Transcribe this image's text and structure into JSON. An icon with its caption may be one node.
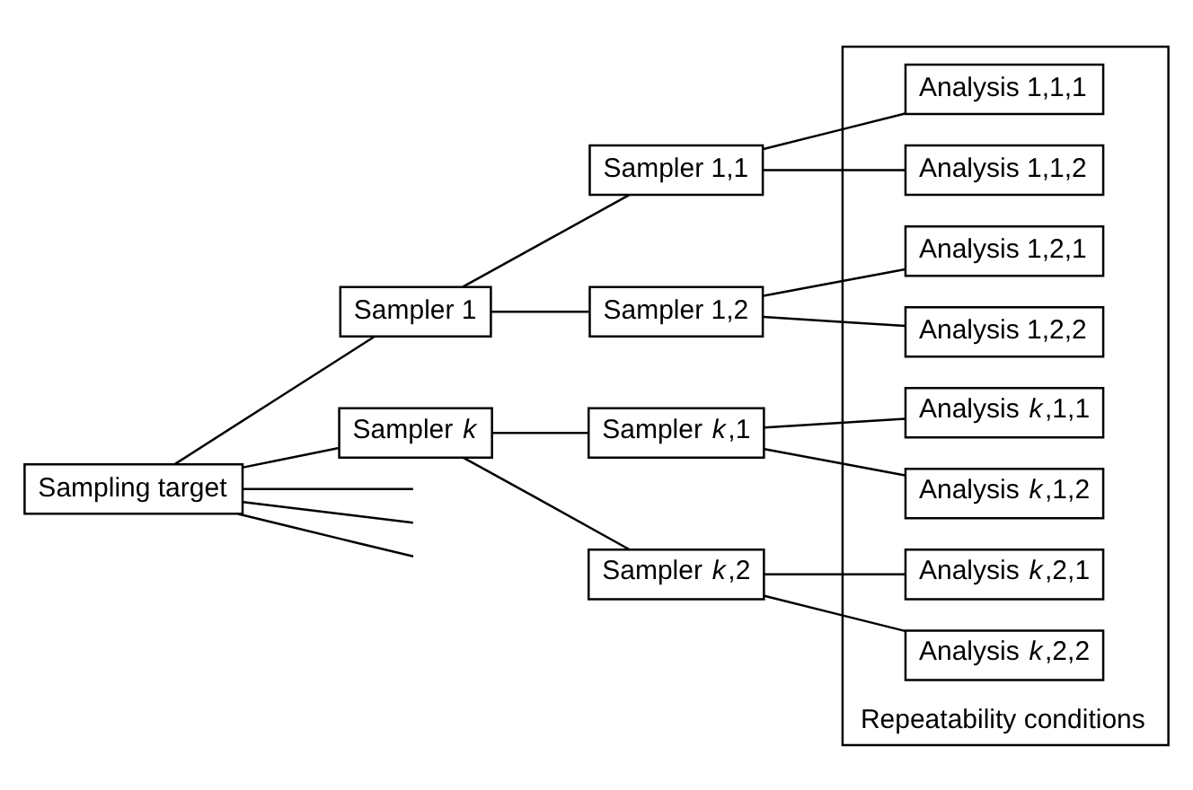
{
  "diagram": {
    "nodes": [
      {
        "text": [
          "Sampling target"
        ]
      },
      {
        "text": [
          "Sampler 1"
        ]
      },
      {
        "text": [
          "Sampler *k*"
        ]
      },
      {
        "text": [
          "Sampler 1,1"
        ]
      },
      {
        "text": [
          "Sampler 1,2"
        ]
      },
      {
        "text": [
          "Sampler *k*,1"
        ]
      },
      {
        "text": [
          "Sampler *k*,2"
        ]
      },
      {
        "text": [
          "Repeatability conditions"
        ]
      },
      {
        "text": [
          "Analysis 1,1,1"
        ],
        "in": 7
      },
      {
        "text": [
          "Analysis 1,1,2"
        ],
        "in": 7
      },
      {
        "text": [
          "Analysis 1,2,1"
        ],
        "in": 7
      },
      {
        "text": [
          "Analysis 1,2,2"
        ],
        "in": 7
      },
      {
        "text": [
          "Analysis *k*,1,1"
        ],
        "in": 7
      },
      {
        "text": [
          "Analysis *k*,1,2"
        ],
        "in": 7
      },
      {
        "text": [
          "Analysis *k*,2,1"
        ],
        "in": 7
      },
      {
        "text": [
          "Analysis *k*,2,2"
        ],
        "in": 7
      }
    ],
    "edges": [
      {
        "from": 0,
        "to": 1,
        "arrow": "none"
      },
      {
        "from": 0,
        "to": null,
        "arrow": "none"
      },
      {
        "from": 0,
        "to": null,
        "arrow": "none"
      },
      {
        "from": 0,
        "to": null,
        "arrow": "none"
      },
      {
        "from": 0,
        "to": 2,
        "arrow": "none"
      },
      {
        "from": 1,
        "to": 3,
        "arrow": "none"
      },
      {
        "from": 1,
        "to": 4,
        "arrow": "none"
      },
      {
        "from": 2,
        "to": 5,
        "arrow": "none"
      },
      {
        "from": 2,
        "to": 6,
        "arrow": "none"
      },
      {
        "from": 3,
        "to": 8,
        "arrow": "none"
      },
      {
        "from": 3,
        "to": 9,
        "arrow": "none"
      },
      {
        "from": 4,
        "to": 10,
        "arrow": "none"
      },
      {
        "from": 4,
        "to": 11,
        "arrow": "none"
      },
      {
        "from": 5,
        "to": 12,
        "arrow": "none"
      },
      {
        "from": 5,
        "to": 13,
        "arrow": "none"
      },
      {
        "from": 6,
        "to": 14,
        "arrow": "none"
      },
      {
        "from": 6,
        "to": 15,
        "arrow": "none"
      }
    ]
  }
}
